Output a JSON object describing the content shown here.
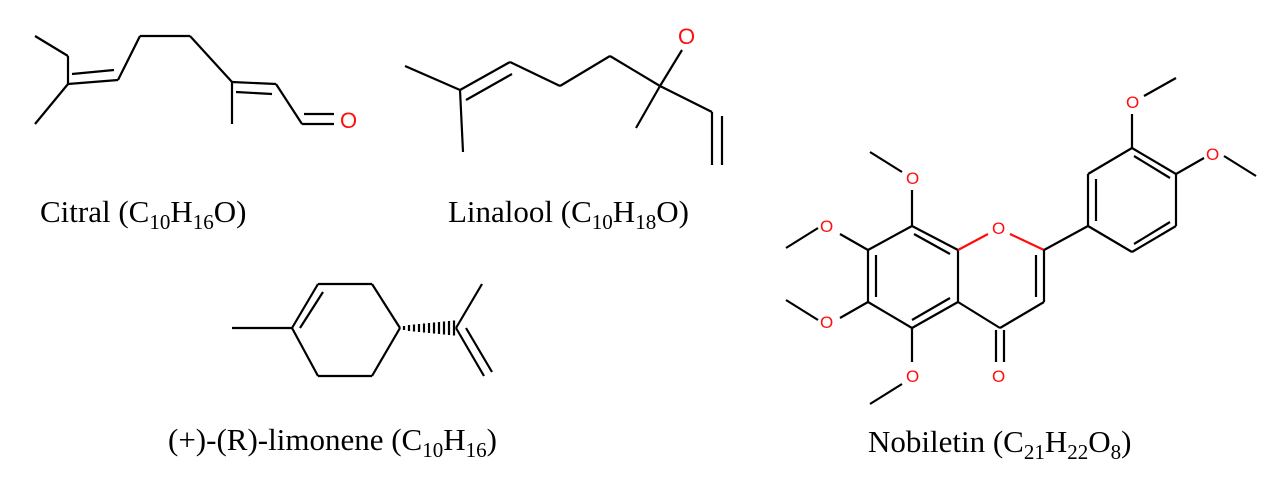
{
  "colors": {
    "bond": "#000000",
    "oxygen": "#ff0d0d"
  },
  "atoms": {
    "oxygen": "O"
  },
  "molecules": [
    {
      "id": "citral",
      "name": "Citral",
      "formula": [
        {
          "text": "C"
        },
        {
          "text": "10",
          "sub": true
        },
        {
          "text": "H"
        },
        {
          "text": "16",
          "sub": true
        },
        {
          "text": "O"
        }
      ]
    },
    {
      "id": "linalool",
      "name": "Linalool",
      "formula": [
        {
          "text": "C"
        },
        {
          "text": "10",
          "sub": true
        },
        {
          "text": "H"
        },
        {
          "text": "18",
          "sub": true
        },
        {
          "text": "O"
        }
      ]
    },
    {
      "id": "limonene",
      "name": "(+)-(R)-limonene",
      "formula": [
        {
          "text": "C"
        },
        {
          "text": "10",
          "sub": true
        },
        {
          "text": "H"
        },
        {
          "text": "16",
          "sub": true
        }
      ]
    },
    {
      "id": "nobiletin",
      "name": "Nobiletin",
      "formula": [
        {
          "text": "C"
        },
        {
          "text": "21",
          "sub": true
        },
        {
          "text": "H"
        },
        {
          "text": "22",
          "sub": true
        },
        {
          "text": "O"
        },
        {
          "text": "8",
          "sub": true
        }
      ]
    }
  ]
}
